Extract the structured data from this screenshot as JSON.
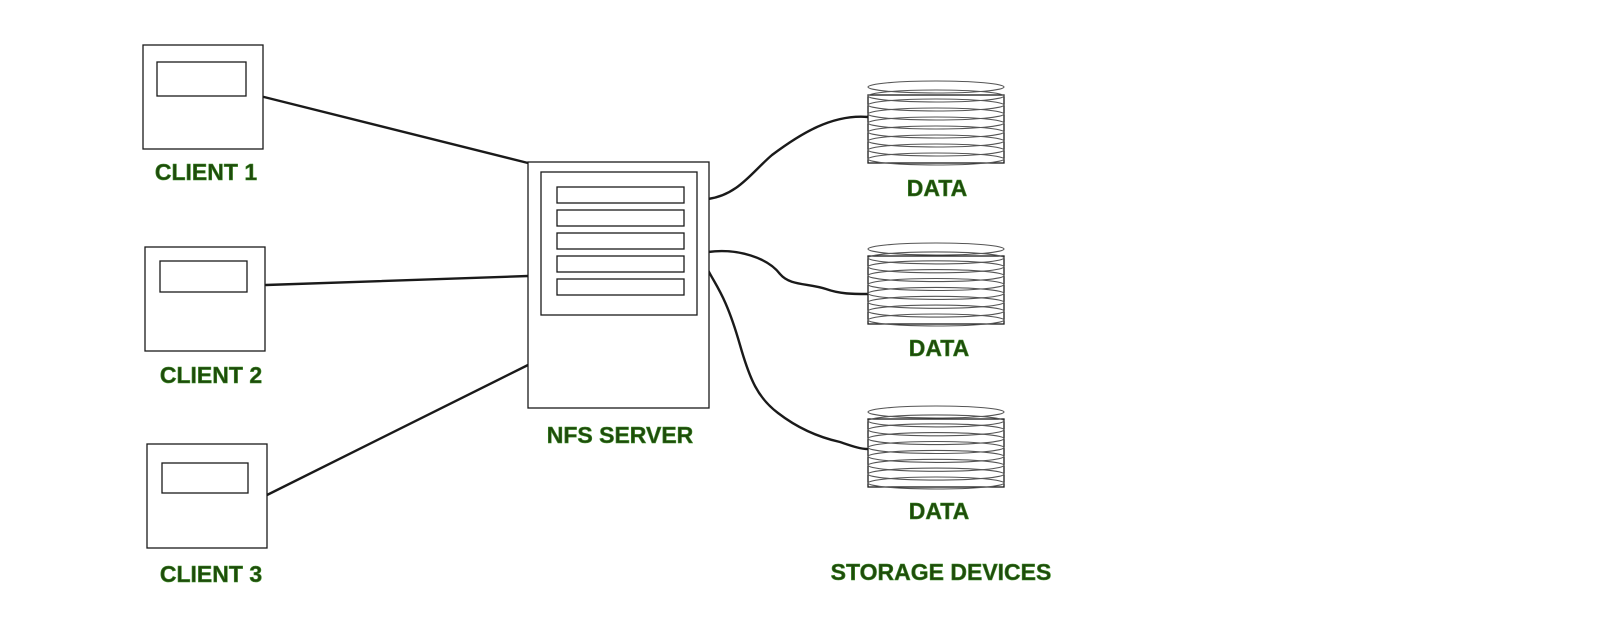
{
  "clients": [
    {
      "label": "CLIENT 1"
    },
    {
      "label": "CLIENT 2"
    },
    {
      "label": "CLIENT 3"
    }
  ],
  "server": {
    "label": "NFS SERVER"
  },
  "storage": {
    "devices": [
      {
        "label": "DATA"
      },
      {
        "label": "DATA"
      },
      {
        "label": "DATA"
      }
    ],
    "group_label": "STORAGE DEVICES"
  },
  "colors": {
    "label_fill": "#1f4a0c",
    "label_outline": "#3f8f2a",
    "line": "#1a1a1a"
  }
}
